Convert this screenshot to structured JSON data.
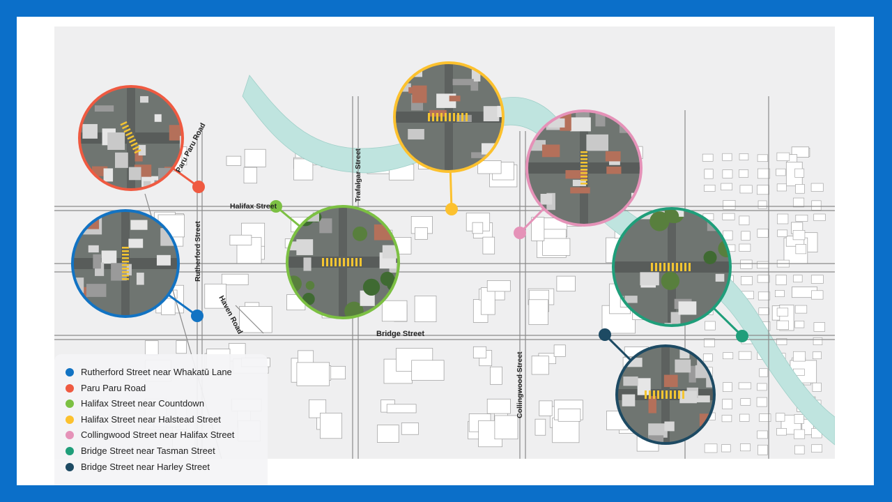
{
  "colors": {
    "frame_blue": "#0b6fc9",
    "blue": "#1273c3",
    "red": "#ef5a41",
    "green": "#7cc043",
    "yellow": "#fcc12e",
    "pink": "#e592b8",
    "teal": "#1f9e7a",
    "navy": "#1d4a63",
    "river": "#bfe4df",
    "crossing": "#f4c531"
  },
  "street_labels": {
    "paru_paru_road": "Paru Paru Road",
    "halifax_street": "Halifax Street",
    "trafalgar_street": "Trafalgar Street",
    "rutherford_street": "Rutherford Street",
    "haven_road": "Haven Road",
    "bridge_street": "Bridge Street",
    "collingwood_street": "Collingwood Street"
  },
  "legend": [
    {
      "label": "Rutherford Street near Whakatū Lane",
      "color": "#1273c3"
    },
    {
      "label": "Paru Paru Road",
      "color": "#ef5a41"
    },
    {
      "label": "Halifax Street near Countdown",
      "color": "#7cc043"
    },
    {
      "label": "Halifax Street near Halstead Street",
      "color": "#fcc12e"
    },
    {
      "label": "Collingwood Street near Halifax Street",
      "color": "#e592b8"
    },
    {
      "label": "Bridge Street near Tasman Street",
      "color": "#1f9e7a"
    },
    {
      "label": "Bridge Street near Harley Street",
      "color": "#1d4a63"
    }
  ],
  "locations": [
    {
      "id": "rutherford-whakatu",
      "color_key": "blue",
      "crossing_orientation": "vertical"
    },
    {
      "id": "paru-paru-road",
      "color_key": "red",
      "crossing_orientation": "diagonal"
    },
    {
      "id": "halifax-countdown",
      "color_key": "green",
      "crossing_orientation": "horizontal"
    },
    {
      "id": "halifax-halstead",
      "color_key": "yellow",
      "crossing_orientation": "horizontal"
    },
    {
      "id": "collingwood-halifax",
      "color_key": "pink",
      "crossing_orientation": "vertical"
    },
    {
      "id": "bridge-tasman",
      "color_key": "teal",
      "crossing_orientation": "horizontal"
    },
    {
      "id": "bridge-harley",
      "color_key": "navy",
      "crossing_orientation": "horizontal"
    }
  ]
}
